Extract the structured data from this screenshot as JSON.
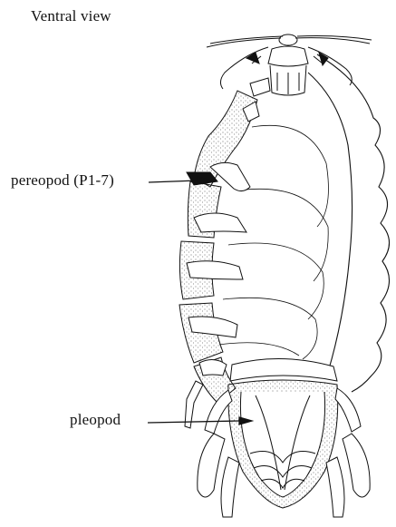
{
  "figure": {
    "title": "Ventral view"
  },
  "labels": {
    "pereopod": "pereopod (P1-7)",
    "pleopod": "pleopod"
  },
  "colors": {
    "ink": "#111111",
    "stipple": "#555555",
    "background": "#ffffff"
  }
}
